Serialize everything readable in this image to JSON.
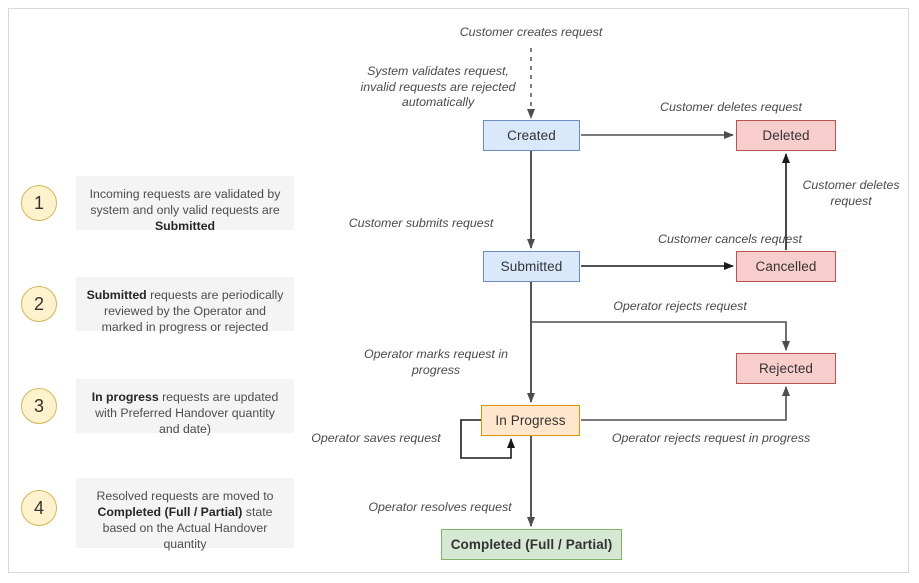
{
  "diagram": {
    "title": "Request lifecycle state diagram",
    "colors": {
      "blue_fill": "#dae8fc",
      "blue_stroke": "#6c8ebf",
      "red_fill": "#f8cecc",
      "red_stroke": "#b85450",
      "yellow_fill": "#ffe6cc",
      "yellow_stroke": "#d79b00",
      "green_fill": "#d5e8d4",
      "green_stroke": "#82b366",
      "legend_fill": "#fff2cc",
      "legend_stroke": "#d6b656",
      "legend_box": "#f4f4f4",
      "edge": "#4d4d4d",
      "border": "#d9d9d9"
    },
    "states": [
      {
        "id": "created",
        "label": "Created",
        "color": "blue"
      },
      {
        "id": "deleted",
        "label": "Deleted",
        "color": "red"
      },
      {
        "id": "submitted",
        "label": "Submitted",
        "color": "blue"
      },
      {
        "id": "cancelled",
        "label": "Cancelled",
        "color": "red"
      },
      {
        "id": "rejected",
        "label": "Rejected",
        "color": "red"
      },
      {
        "id": "inprogress",
        "label": "In Progress",
        "color": "yellow"
      },
      {
        "id": "completed",
        "label": "Completed (Full / Partial)",
        "color": "green"
      }
    ],
    "transitions": [
      {
        "id": "start-created",
        "label": "Customer creates request",
        "style": "dashed"
      },
      {
        "id": "created-validate",
        "label": "System validates request,\ninvalid requests are rejected\nautomatically",
        "style": "note"
      },
      {
        "id": "created-deleted",
        "label": "Customer deletes request",
        "style": "solid"
      },
      {
        "id": "created-submitted",
        "label": "Customer submits request",
        "style": "solid"
      },
      {
        "id": "submitted-cancelled",
        "label": "Customer cancels request",
        "style": "solid"
      },
      {
        "id": "cancelled-deleted",
        "label": "Customer deletes\nrequest",
        "style": "solid"
      },
      {
        "id": "submitted-rejected",
        "label": "Operator rejects request",
        "style": "solid"
      },
      {
        "id": "submitted-inprogress",
        "label": "Operator marks request in\nprogress",
        "style": "solid"
      },
      {
        "id": "inprogress-self",
        "label": "Operator saves request",
        "style": "solid"
      },
      {
        "id": "inprogress-rejected",
        "label": "Operator rejects request in progress",
        "style": "solid"
      },
      {
        "id": "inprogress-completed",
        "label": "Operator resolves request",
        "style": "solid"
      }
    ],
    "legend": [
      {
        "number": "1",
        "html": "Incoming requests are validated by system and only valid requests are <b>Submitted</b>"
      },
      {
        "number": "2",
        "html": "<b>Submitted</b> requests are periodically reviewed by the Operator and marked in progress or rejected"
      },
      {
        "number": "3",
        "html": "<b>In progress</b> requests are updated with Preferred Handover quantity and date)"
      },
      {
        "number": "4",
        "html": "Resolved requests are moved to <b>Completed (Full / Partial)</b> state based on the Actual Handover quantity"
      }
    ]
  }
}
